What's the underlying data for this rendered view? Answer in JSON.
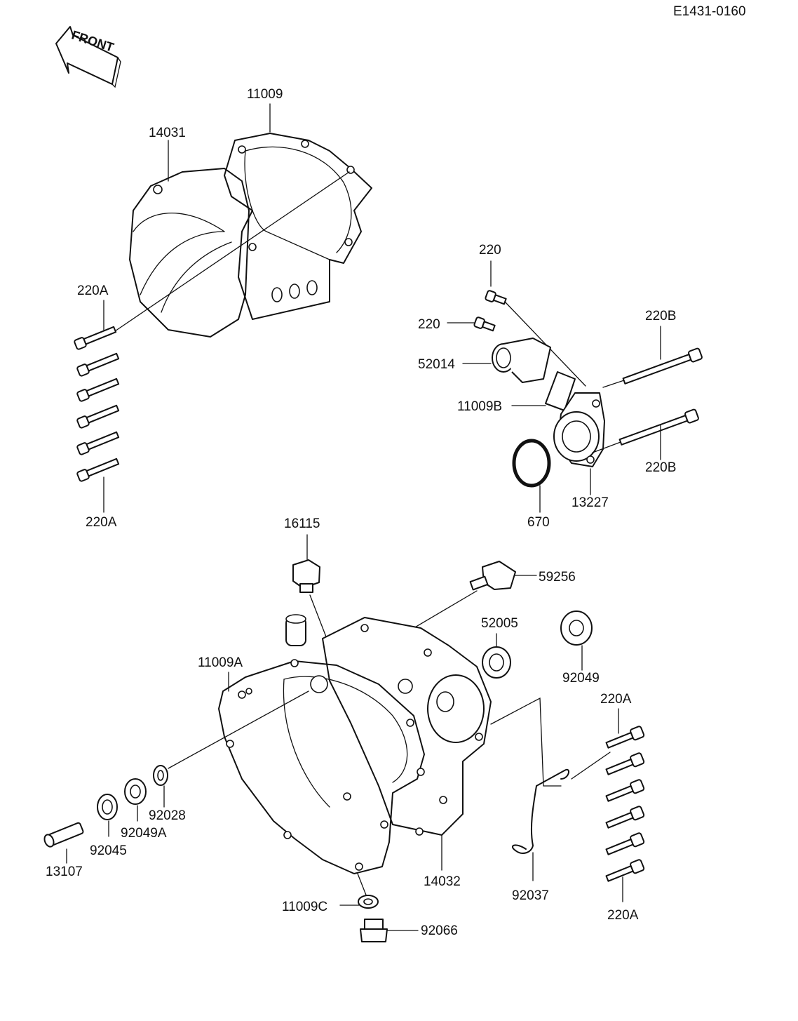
{
  "diagram": {
    "code": "E1431-0160",
    "front_badge": "FRONT",
    "labels": {
      "p11009": "11009",
      "p14031": "14031",
      "p220A_top": "220A",
      "p220A_bottom": "220A",
      "p220_a": "220",
      "p220_b": "220",
      "p220B_top": "220B",
      "p220B_bottom": "220B",
      "p52014": "52014",
      "p11009B": "11009B",
      "p13227": "13227",
      "p670": "670",
      "p16115": "16115",
      "p59256": "59256",
      "p52005": "52005",
      "p92049": "92049",
      "p11009A": "11009A",
      "p220A_right_top": "220A",
      "p220A_right_bottom": "220A",
      "p92028": "92028",
      "p92049A": "92049A",
      "p92045": "92045",
      "p13107": "13107",
      "p14032": "14032",
      "p92037": "92037",
      "p11009C": "11009C",
      "p92066": "92066"
    }
  }
}
